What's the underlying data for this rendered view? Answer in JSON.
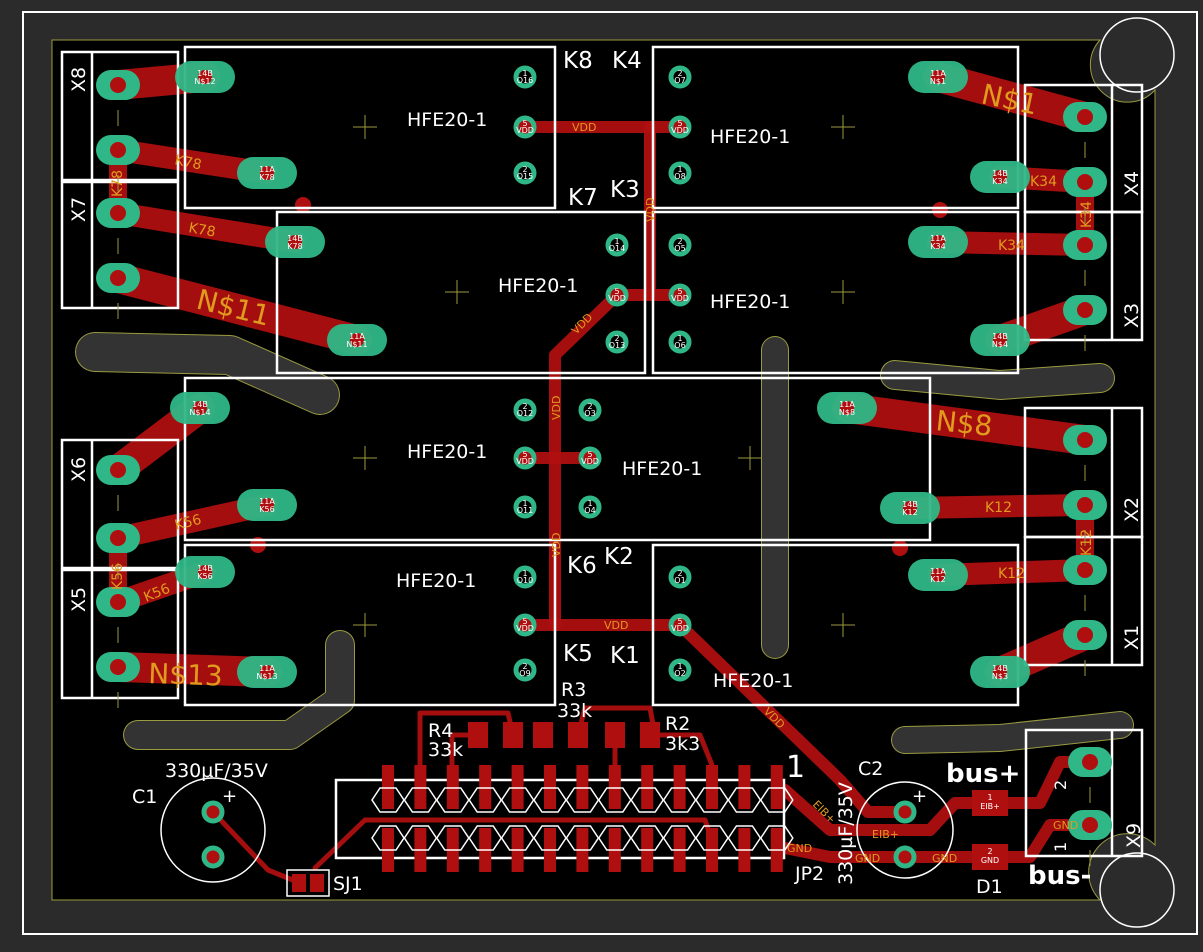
{
  "colors": {
    "background": "#2b2b2b",
    "board": "#000000",
    "copper": "#b00f0f",
    "pad": "#2fb787",
    "silkscreen": "#ffffff",
    "net_label": "#e09a1e",
    "outline": "#9a9a40"
  },
  "relays": [
    {
      "ref": "K8",
      "value": "HFE20-1"
    },
    {
      "ref": "K4",
      "value": "HFE20-1"
    },
    {
      "ref": "K7",
      "value": "HFE20-1"
    },
    {
      "ref": "K3",
      "value": "HFE20-1"
    },
    {
      "ref": "K6",
      "value": "HFE20-1"
    },
    {
      "ref": "K2",
      "value": "HFE20-1"
    },
    {
      "ref": "K5",
      "value": "HFE20-1"
    },
    {
      "ref": "K1",
      "value": "HFE20-1"
    }
  ],
  "relay_pins": [
    {
      "pin": "1",
      "net": "O16"
    },
    {
      "pin": "5",
      "net": "VDD"
    },
    {
      "pin": "2",
      "net": "O15"
    },
    {
      "pin": "2",
      "net": "O7"
    },
    {
      "pin": "5",
      "net": "VDD"
    },
    {
      "pin": "1",
      "net": "O8"
    },
    {
      "pin": "1",
      "net": "O14"
    },
    {
      "pin": "5",
      "net": "VDD"
    },
    {
      "pin": "2",
      "net": "O13"
    },
    {
      "pin": "2",
      "net": "O5"
    },
    {
      "pin": "5",
      "net": "VDD"
    },
    {
      "pin": "1",
      "net": "O6"
    },
    {
      "pin": "2",
      "net": "O12"
    },
    {
      "pin": "5",
      "net": "VDD"
    },
    {
      "pin": "1",
      "net": "O11"
    },
    {
      "pin": "2",
      "net": "O3"
    },
    {
      "pin": "5",
      "net": "VDD"
    },
    {
      "pin": "1",
      "net": "O4"
    },
    {
      "pin": "1",
      "net": "O10"
    },
    {
      "pin": "5",
      "net": "VDD"
    },
    {
      "pin": "2",
      "net": "O9"
    },
    {
      "pin": "2",
      "net": "O1"
    },
    {
      "pin": "5",
      "net": "VDD"
    },
    {
      "pin": "1",
      "net": "O2"
    }
  ],
  "contact_pads": [
    {
      "pin": "14B",
      "net": "N$12"
    },
    {
      "pin": "11A",
      "net": "K78"
    },
    {
      "pin": "14B",
      "net": "K78"
    },
    {
      "pin": "11A",
      "net": "N$11"
    },
    {
      "pin": "14B",
      "net": "N$14"
    },
    {
      "pin": "11A",
      "net": "K56"
    },
    {
      "pin": "14B",
      "net": "K56"
    },
    {
      "pin": "11A",
      "net": "N$13"
    },
    {
      "pin": "11A",
      "net": "N$1"
    },
    {
      "pin": "14B",
      "net": "K34"
    },
    {
      "pin": "11A",
      "net": "K34"
    },
    {
      "pin": "14B",
      "net": "N$4"
    },
    {
      "pin": "11A",
      "net": "N$8"
    },
    {
      "pin": "14B",
      "net": "K12"
    },
    {
      "pin": "11A",
      "net": "K12"
    },
    {
      "pin": "14B",
      "net": "N$3"
    }
  ],
  "terminals": [
    "X8",
    "X7",
    "X6",
    "X5",
    "X4",
    "X3",
    "X2",
    "X1",
    "X9"
  ],
  "net_labels": {
    "n11": "N$11",
    "n13": "N$13",
    "n1": "N$1",
    "n8": "N$8",
    "k78": "K78",
    "k56": "K56",
    "k34": "K34",
    "k12": "K12",
    "vdd": "VDD",
    "gnd": "GND",
    "eib": "EIB+"
  },
  "resistors": [
    {
      "ref": "R4",
      "value": "33k"
    },
    {
      "ref": "R3",
      "value": "33k"
    },
    {
      "ref": "R2",
      "value": "3k3"
    }
  ],
  "capacitors": [
    {
      "ref": "C1",
      "value": "330µF/35V"
    },
    {
      "ref": "C2",
      "value": "330µF/35V"
    }
  ],
  "diode": {
    "ref": "D1",
    "pin1": "1",
    "net1": "EIB+",
    "pin2": "2",
    "net2": "GND"
  },
  "connector": {
    "ref": "JP2",
    "pin1_mark": "1"
  },
  "jumper": {
    "ref": "SJ1"
  },
  "bus": {
    "plus": "bus+",
    "minus": "bus-",
    "pin2": "2",
    "pin1": "1"
  }
}
